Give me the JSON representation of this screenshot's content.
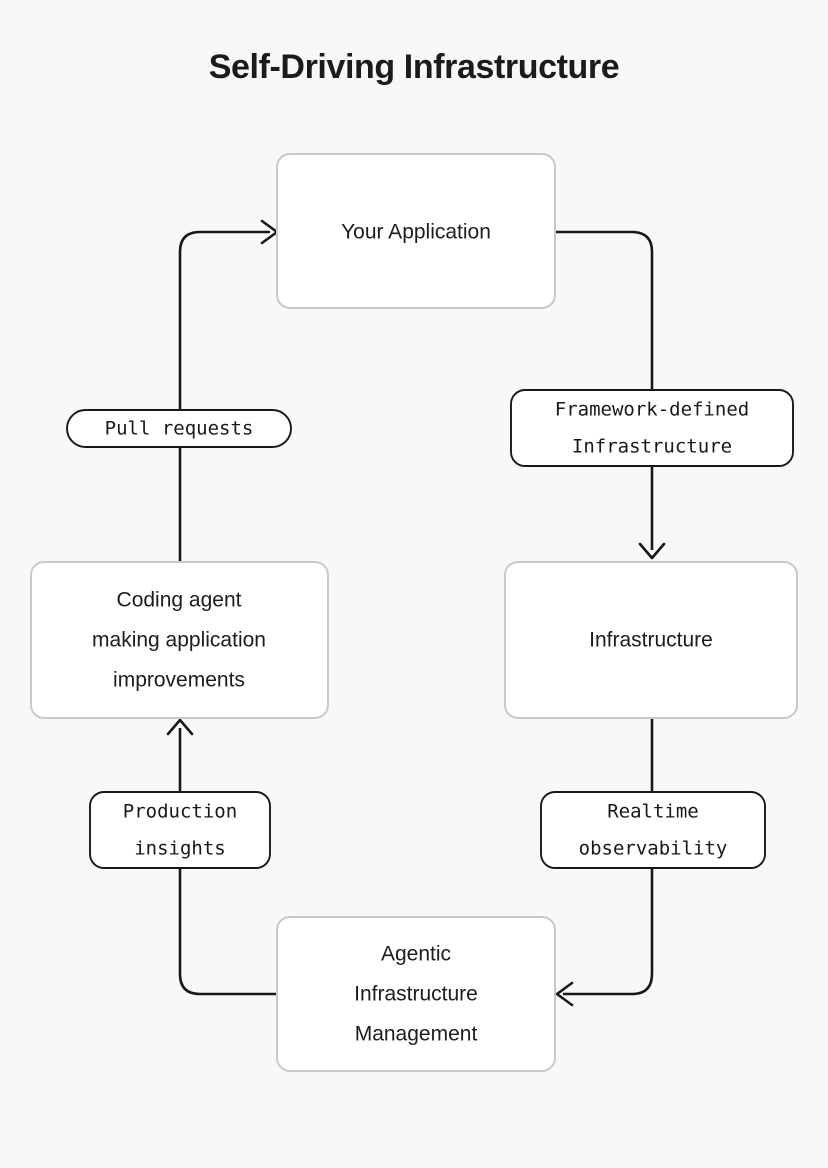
{
  "diagram": {
    "title": "Self-Driving Infrastructure",
    "background_color": "#f8f8f8",
    "node_fill": "#ffffff",
    "node_border_color": "#c9c9c9",
    "edge_color": "#16181a",
    "nodes": [
      {
        "id": "your-application",
        "lines": [
          "Your Application"
        ]
      },
      {
        "id": "framework-infrastructure",
        "lines": [
          "Infrastructure"
        ]
      },
      {
        "id": "agentic-infrastructure-management",
        "lines": [
          "Agentic",
          "Infrastructure",
          "Management"
        ]
      },
      {
        "id": "coding-agent",
        "lines": [
          "Coding agent",
          "making application",
          "improvements"
        ]
      }
    ],
    "edge_labels": [
      {
        "id": "framework-defined-infrastructure",
        "lines": [
          "Framework-defined",
          "Infrastructure"
        ]
      },
      {
        "id": "realtime-observability",
        "lines": [
          "Realtime",
          "observability"
        ]
      },
      {
        "id": "production-insights",
        "lines": [
          "Production",
          "insights"
        ]
      },
      {
        "id": "pull-requests",
        "lines": [
          "Pull requests"
        ]
      }
    ]
  }
}
